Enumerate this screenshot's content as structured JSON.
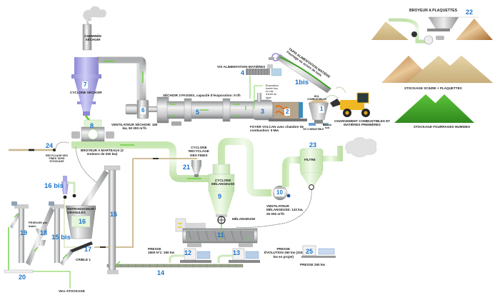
{
  "title": "Schéma process usine de granulation",
  "colors": {
    "number_blue": "#1a73c9",
    "duct_green": "#d8efc8",
    "flow_green": "#6ccf3f",
    "cyclone_blue": "#a9a6e6",
    "steel_gray": "#b9bbbd",
    "sand": "#d8c49a",
    "grass": "#46a62b"
  },
  "labels": {
    "cheminee": "CHEMINÉE\nSÉCHOIR",
    "cyclone_sechoir": "CYCLONE SÉCHOIR",
    "ventilateur_sechoir": "VENTILATEUR SÉCHOIR: 160\nkw, 50 000 m³/h",
    "sechoir": "SÉCHOIR 3 PASSES, capacité d'évaporation: 9 t/h",
    "vis_alimentation": "VIS ALIMENTATION MATIÈRES",
    "tapis_alimentation": "TAPIS ALIMENTATION MATIÈRE\nFourrage ou sciure de bois",
    "evacuation": "Évacuation\nfumée four\nen cas\nd'arrêt de\nligne",
    "bol_combustible": "BOL\nCOMBUSTIBLES",
    "foyer": "FOYER VOLCAN avec chambre de\ncombustion: 9 Mw",
    "vis_combustible": "VIS COMBUSTIBLE",
    "bascule": "Bascule\nbois",
    "chargement": "CHARGEMENT COMBUSTIBLES ET\nMATIÈRES PREMIÈRES",
    "broyeur_plaquettes": "BROYEUR A PLAQUETTES",
    "stockage_sciure": "STOCKAGE SCIURE + PLAQUETTES",
    "stockage_fourrages": "STOCKAGE FOURRAGES HUMIDES",
    "recyclage_fines": "RECYCLAGE DES\nFINES TAPIS\nSTOCKAGE",
    "broyeur_marteaux": "BROYEUR A MARTEAUX (2\nmoteurs de 250 kw)",
    "cyclone_recyclage": "CYCLONE\nRECYCLAGE\nDES FINES",
    "cyclone_melangeuse": "CYCLONE\nMÉLANGEUSE",
    "filtre": "FILTRE",
    "ventilateur_melangeuse": "VENTILATEUR\nMÉLANGEUSE: 132 kw,\n25 000 m³/h",
    "melangeuse": "MÉLANGEUSE",
    "refroidisseur": "REFROIDISSEUR /\nGRANULÉS",
    "crible": "CRIBLE 1",
    "pesseuse": "PESEUSE par\nbatch",
    "presse_1": "PRESSE\n1800 N°1: 250 kw",
    "presse_2": "PRESSE\nÉVOLUTION 250 kw (315\nkw en projet)",
    "presse_3": "PRESSE   250 kw",
    "vers_stockage": "Vers STOCKAGE"
  },
  "numbers": {
    "n1": "1",
    "n1bis": "1bis",
    "n2": "2",
    "n3": "3",
    "n4": "4",
    "n5": "5",
    "n6": "6",
    "n7": "7",
    "n8": "8",
    "n9": "9",
    "n10": "10",
    "n11": "11",
    "n12": "12",
    "n13": "13",
    "n14": "14",
    "n15": "15",
    "n15bis": "15 bis",
    "n16": "16",
    "n16bis": "16 bis",
    "n17": "17",
    "n18": "18",
    "n19": "19",
    "n20": "20",
    "n21": "21",
    "n22": "22",
    "n23": "23",
    "n24": "24",
    "n25": "25"
  }
}
